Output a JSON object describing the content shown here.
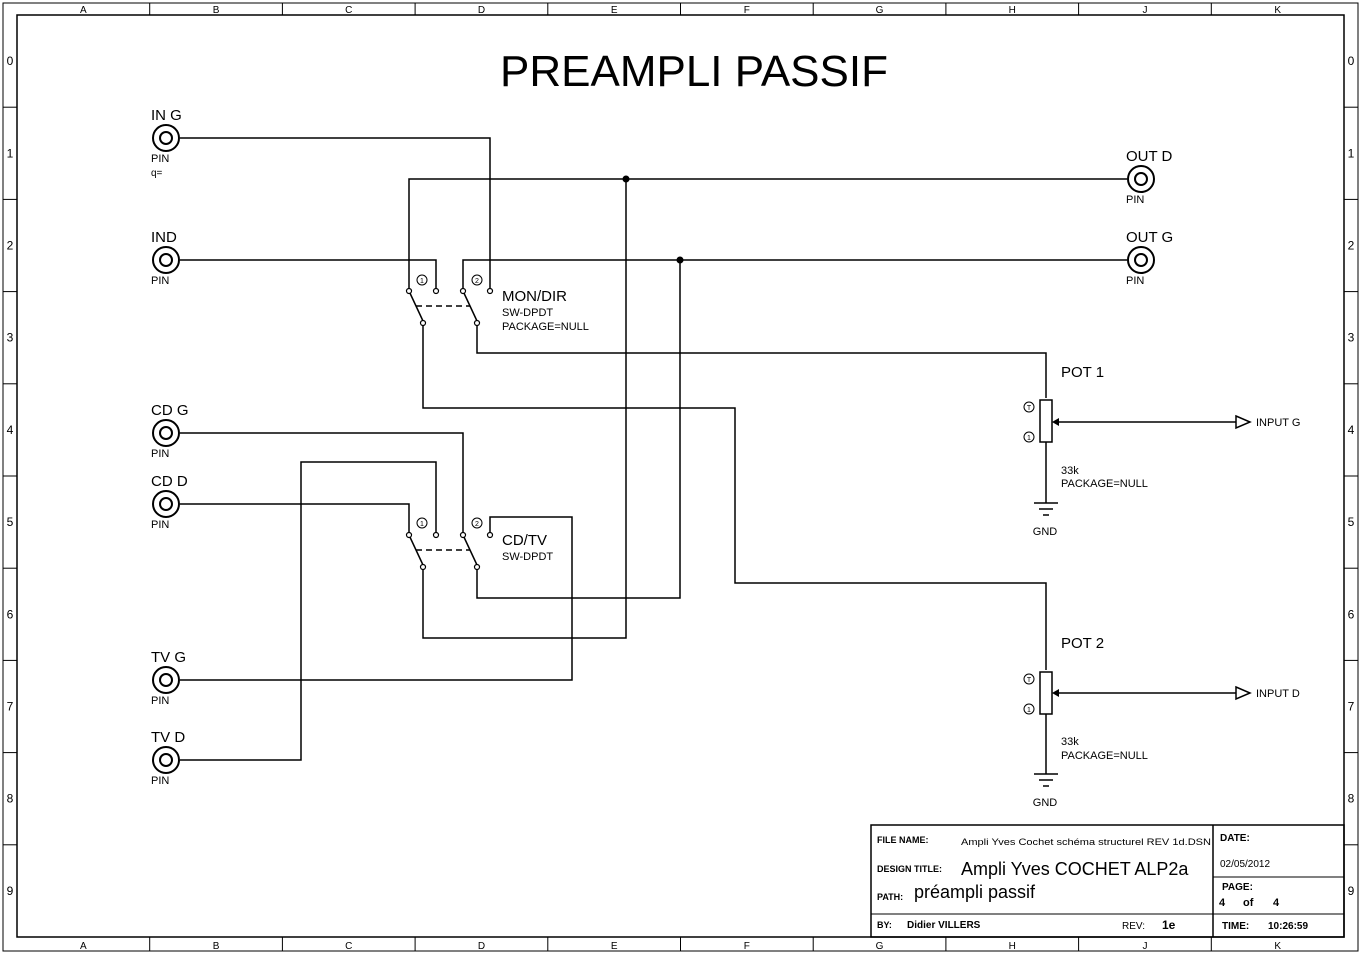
{
  "title": "PREAMPLI PASSIF",
  "border": {
    "columns": [
      "A",
      "B",
      "C",
      "D",
      "E",
      "F",
      "G",
      "H",
      "J",
      "K"
    ],
    "rows": [
      "0",
      "1",
      "2",
      "3",
      "4",
      "5",
      "6",
      "7",
      "8",
      "9"
    ]
  },
  "connectors": {
    "in_g": {
      "label": "IN G",
      "type": "PIN",
      "extra": "q="
    },
    "in_d": {
      "label": "IND",
      "type": "PIN"
    },
    "cd_g": {
      "label": "CD G",
      "type": "PIN"
    },
    "cd_d": {
      "label": "CD D",
      "type": "PIN"
    },
    "tv_g": {
      "label": "TV G",
      "type": "PIN"
    },
    "tv_d": {
      "label": "TV D",
      "type": "PIN"
    },
    "out_d": {
      "label": "OUT D",
      "type": "PIN"
    },
    "out_g": {
      "label": "OUT G",
      "type": "PIN"
    }
  },
  "switches": {
    "mon_dir": {
      "name": "MON/DIR",
      "part": "SW-DPDT",
      "package": "PACKAGE=NULL"
    },
    "cd_tv": {
      "name": "CD/TV",
      "part": "SW-DPDT"
    }
  },
  "pots": {
    "pot1": {
      "name": "POT 1",
      "value": "33k",
      "package": "PACKAGE=NULL",
      "gnd": "GND",
      "output": "INPUT G"
    },
    "pot2": {
      "name": "POT 2",
      "value": "33k",
      "package": "PACKAGE=NULL",
      "gnd": "GND",
      "output": "INPUT D"
    }
  },
  "pin_glyphs": {
    "one": "1",
    "two": "2",
    "t": "T"
  },
  "title_block": {
    "file_name_label": "FILE NAME:",
    "file_name": "Ampli Yves Cochet schéma structurel REV 1d.DSN",
    "design_title_label": "DESIGN TITLE:",
    "design_title": "Ampli Yves COCHET ALP2a",
    "path_label": "PATH:",
    "path": "préampli passif",
    "by_label": "BY:",
    "by": "Didier VILLERS",
    "rev_label": "REV:",
    "rev": "1e",
    "date_label": "DATE:",
    "date": "02/05/2012",
    "page_label": "PAGE:",
    "page": "4",
    "of_label": "of",
    "pages": "4",
    "time_label": "TIME:",
    "time": "10:26:59"
  }
}
